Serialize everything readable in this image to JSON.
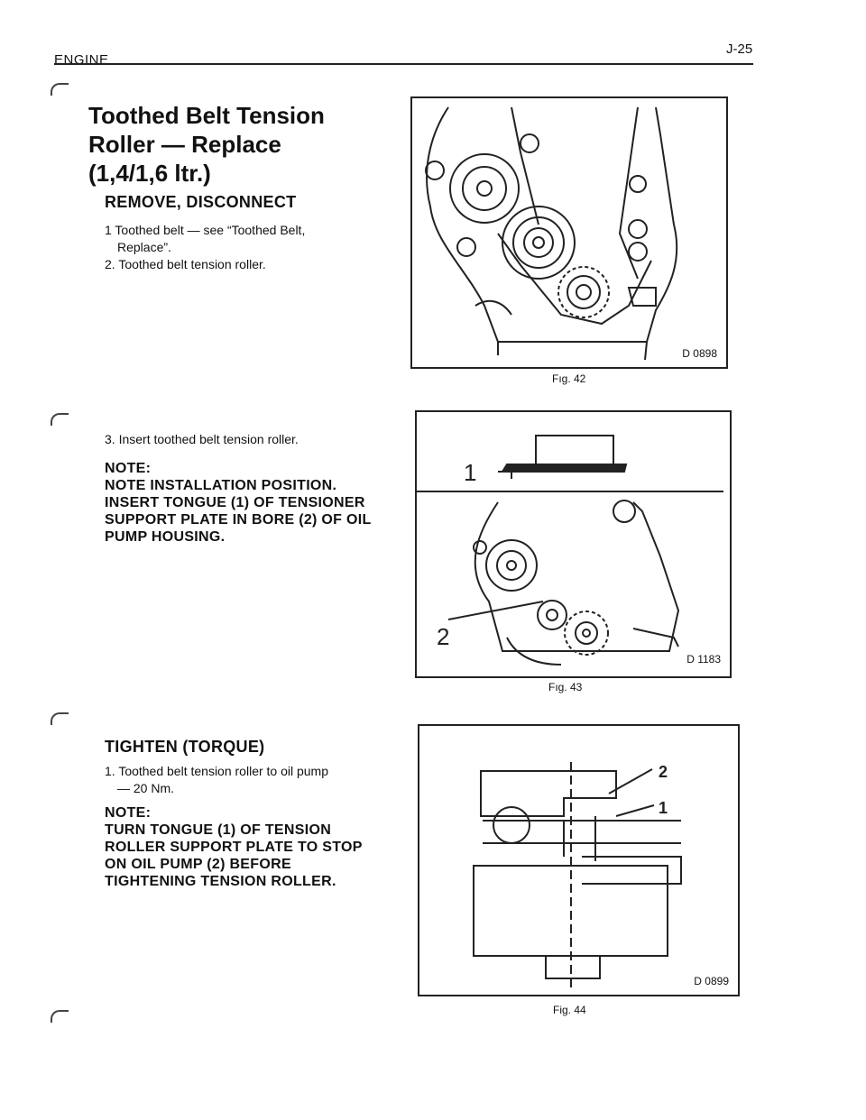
{
  "header": {
    "section": "ENGINE",
    "page": "J-25"
  },
  "title": [
    "Toothed Belt Tension",
    "Roller — Replace",
    "(1,4/1,6 ltr.)"
  ],
  "remove": {
    "heading": "REMOVE, DISCONNECT",
    "steps": [
      "1 Toothed belt — see “Toothed Belt,",
      "Replace”.",
      "2. Toothed belt tension roller."
    ]
  },
  "insert": {
    "step": "3. Insert toothed belt tension roller.",
    "note_label": "NOTE:",
    "note_lines": [
      "NOTE INSTALLATION POSITION.",
      "INSERT TONGUE (1) OF TENSIONER",
      "SUPPORT PLATE IN BORE (2) OF OIL",
      "PUMP HOUSING."
    ]
  },
  "tighten": {
    "heading": "TIGHTEN (TORQUE)",
    "step_lines": [
      "1. Toothed belt tension roller to oil pump",
      "— 20 Nm."
    ],
    "note_label": "NOTE:",
    "note_lines": [
      "TURN TONGUE (1) OF TENSION",
      "ROLLER SUPPORT PLATE TO STOP",
      "ON OIL PUMP (2) BEFORE",
      "TIGHTENING TENSION ROLLER."
    ]
  },
  "figures": [
    {
      "id": "D 0898",
      "caption": "Fıg. 42"
    },
    {
      "id": "D 1183",
      "caption": "Fıg. 43",
      "callouts": [
        "1",
        "2"
      ]
    },
    {
      "id": "D 0899",
      "caption": "Fig. 44",
      "callouts": [
        "2",
        "1"
      ]
    }
  ]
}
